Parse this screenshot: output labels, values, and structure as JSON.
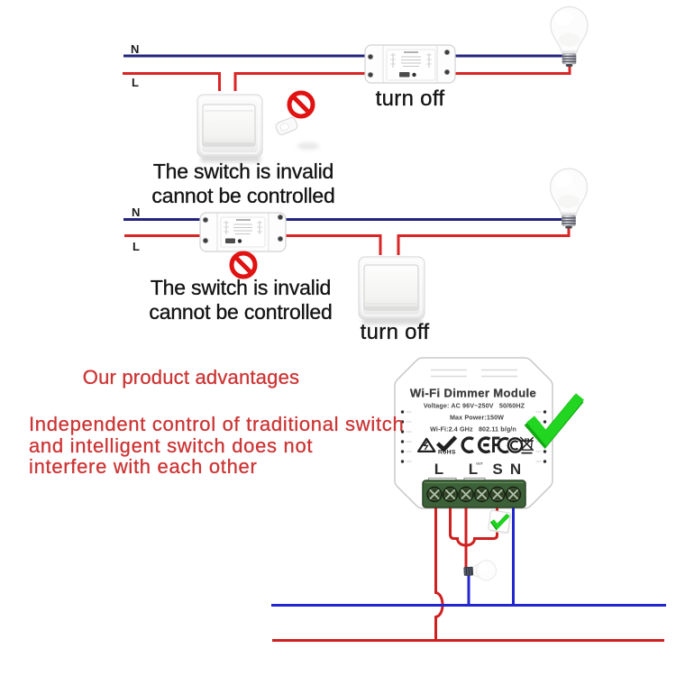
{
  "colors": {
    "wire_neutral_blue": "#23237e",
    "wire_live_red": "#d92525",
    "bottom_wire_blue": "#2326cf",
    "bottom_wire_red": "#cf2020",
    "prohibition_red": "#e01212",
    "check_green": "#21d521",
    "advantage_text_red": "#cd3434",
    "terminal_block_green": "#3c6038"
  },
  "section_top": {
    "neutral_label": "N",
    "live_label": "L",
    "module_caption": "turn off",
    "invalid_line1": "The switch is invalid",
    "invalid_line2": "cannot be controlled"
  },
  "section_middle": {
    "neutral_label": "N",
    "live_label": "L",
    "switch_caption": "turn off",
    "invalid_line1": "The switch is invalid",
    "invalid_line2": "cannot be controlled"
  },
  "advantages": {
    "heading": "Our product advantages",
    "line1": "Independent control of traditional switch",
    "line2": "and intelligent switch does not",
    "line3": "interfere with each other"
  },
  "dimmer_module": {
    "title": "Wi-Fi Dimmer Module",
    "spec_voltage": "Voltage: AC 96V~250V   50/60HZ",
    "spec_power": "Max Power:150W",
    "spec_wifi": "Wi-Fi:2.4 GHz   802.11 b/g/n",
    "cert_rohs": "RoHS",
    "cert_ce": "CE",
    "cert_fcc": "FC",
    "terminal_l_in": "L",
    "terminal_l_out": "L",
    "terminal_l_out_sup": "OUT",
    "terminal_s": "S",
    "terminal_n": "N"
  }
}
